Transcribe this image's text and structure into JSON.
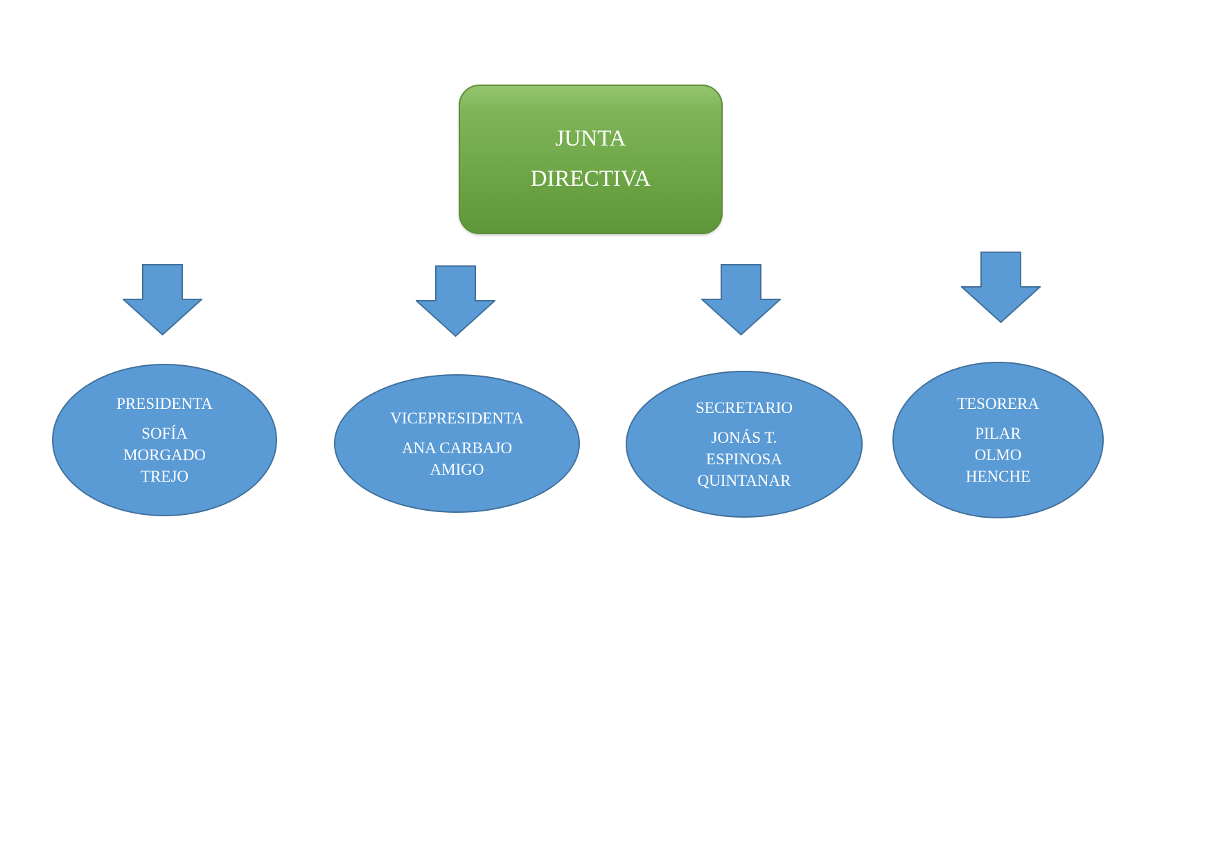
{
  "diagram": {
    "type": "org-chart",
    "header": {
      "title_lines": [
        "JUNTA",
        "DIRECTIVA"
      ]
    },
    "roles": [
      {
        "title": "PRESIDENTA",
        "name_lines": [
          "SOFÍA",
          "MORGADO",
          "TREJO"
        ]
      },
      {
        "title": "VICEPRESIDENTA",
        "name_lines": [
          "ANA CARBAJO",
          "AMIGO"
        ]
      },
      {
        "title": "SECRETARIO",
        "name_lines": [
          "JONÁS T.",
          "ESPINOSA",
          "QUINTANAR"
        ]
      },
      {
        "title": "TESORERA",
        "name_lines": [
          "PILAR",
          "OLMO",
          "HENCHE"
        ]
      }
    ],
    "colors": {
      "header_box_gradient_top": "#94c46f",
      "header_box_gradient_bottom": "#5f9639",
      "header_box_border": "#5d9038",
      "shape_blue_fill": "#5b9bd5",
      "shape_blue_border": "#41719c",
      "text": "#ffffff",
      "background": "#ffffff"
    }
  }
}
